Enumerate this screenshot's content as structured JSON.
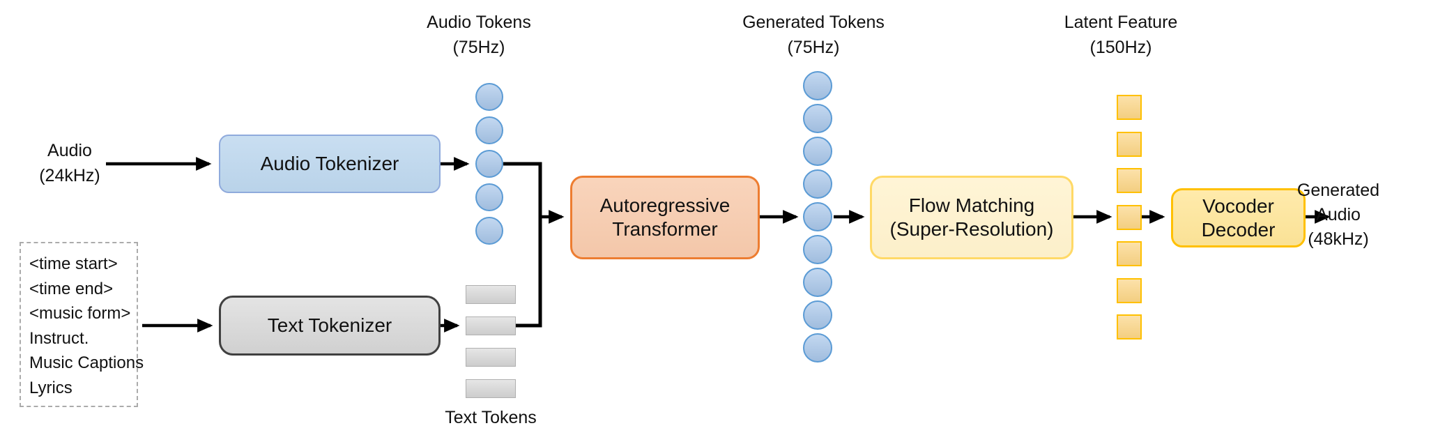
{
  "diagram": {
    "inputs": {
      "audio_label": "Audio\n(24kHz)",
      "text_prompt_lines": [
        "<time start>",
        "<time end>",
        "<music form>",
        "Instruct.",
        "Music Captions",
        "Lyrics"
      ]
    },
    "nodes": {
      "audio_tokenizer": {
        "label": "Audio Tokenizer"
      },
      "text_tokenizer": {
        "label": "Text Tokenizer"
      },
      "autoregressive_transformer": {
        "label": "Autoregressive\nTransformer"
      },
      "flow_matching": {
        "label": "Flow Matching\n(Super-Resolution)"
      },
      "vocoder_decoder": {
        "label": "Vocoder\nDecoder"
      }
    },
    "token_streams": {
      "audio_tokens": {
        "label": "Audio Tokens\n(75Hz)",
        "count": 5,
        "shape": "circle"
      },
      "text_tokens": {
        "label": "Text Tokens",
        "count": 4,
        "shape": "rect"
      },
      "generated_tokens": {
        "label": "Generated Tokens\n(75Hz)",
        "count": 9,
        "shape": "circle"
      },
      "latent_features": {
        "label": "Latent Feature\n(150Hz)",
        "count": 7,
        "shape": "square"
      }
    },
    "output": {
      "label": "Generated\nAudio\n(48kHz)"
    },
    "colors": {
      "audio_box_fill": "#BDD7EE",
      "audio_box_border": "#8FAADC",
      "text_box_fill": "#D9D9D9",
      "text_box_border": "#404040",
      "transformer_fill": "#F8CBAD",
      "transformer_border": "#ED7D31",
      "flow_fill": "#FFF2CC",
      "flow_border": "#FFD966",
      "vocoder_fill": "#FFE699",
      "vocoder_border": "#FFC000",
      "audio_token_fill": "#A9C7EA",
      "audio_token_border": "#5B9BD5",
      "text_token_fill": "#D9D9D9",
      "text_token_border": "#AFAFAF",
      "latent_fill": "#FBD585",
      "latent_border": "#FFC000",
      "arrow": "#000000"
    }
  }
}
